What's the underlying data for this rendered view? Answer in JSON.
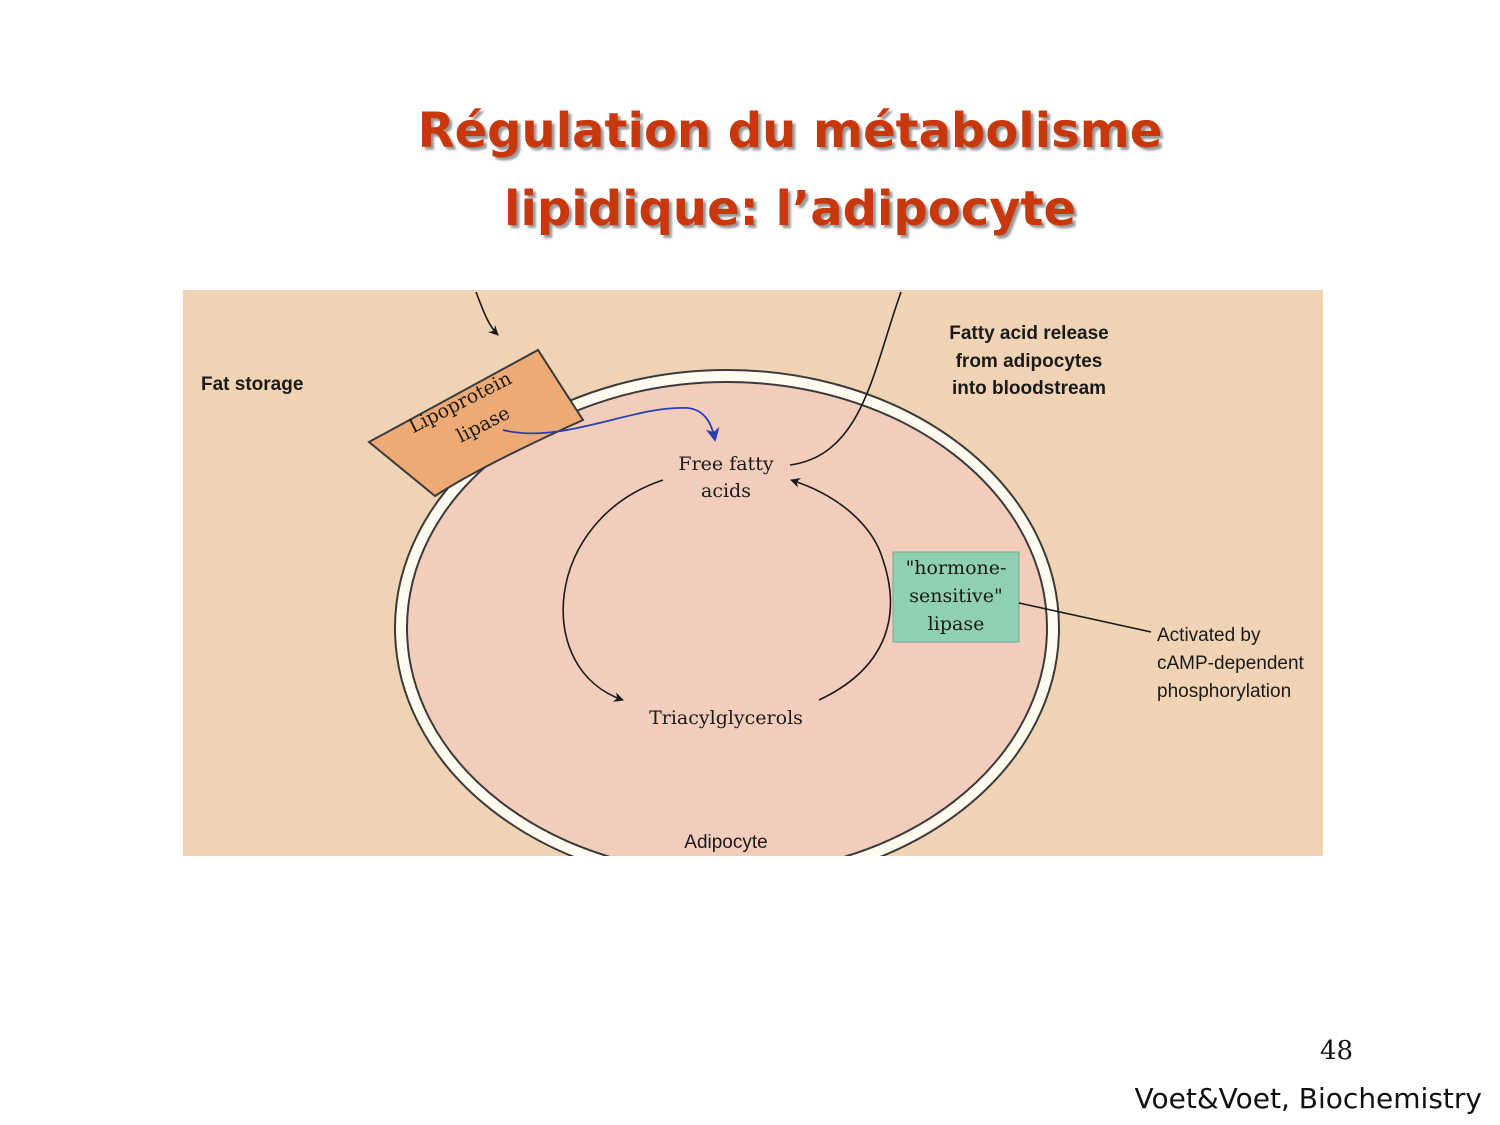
{
  "slide": {
    "title_line1": "Régulation du métabolisme",
    "title_line2": "lipidique: l’adipocyte",
    "page_number": "48",
    "credit": "Voet&Voet, Biochemistry"
  },
  "diagram": {
    "fat_storage": "Fat storage",
    "lipoprotein_lipase_line1": "Lipoprotein",
    "lipoprotein_lipase_line2": "lipase",
    "free_fatty_acids_line1": "Free fatty",
    "free_fatty_acids_line2": "acids",
    "triacylglycerols": "Triacylglycerols",
    "hsl_line1": "\"hormone-",
    "hsl_line2": "sensitive\"",
    "hsl_line3": "lipase",
    "release_line1": "Fatty acid release",
    "release_line2": "from adipocytes",
    "release_line3": "into bloodstream",
    "activated_line1": "Activated by",
    "activated_line2": "cAMP-dependent",
    "activated_line3": "phosphorylation",
    "adipocyte": "Adipocyte",
    "colors": {
      "background": "#f0d3b4",
      "cell_interior": "#f3cdbc",
      "lipoprotein_box": "#eeaa74",
      "hsl_box": "#8fd0b0",
      "blue_arrow": "#2a3fb5",
      "title": "#c8380c"
    }
  }
}
